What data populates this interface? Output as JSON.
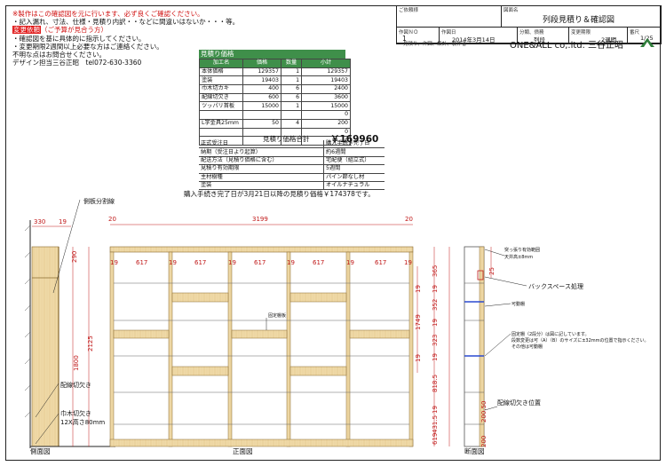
{
  "notes": {
    "line1": "※製作はこの確認図を元に行います、必ず良くご確認ください。",
    "line2": "・記入漏れ、寸法、仕様・見積り内訳・・などに間違いはないか・・・等。",
    "line3_tag": "変更依頼",
    "line3": "（ご予算が見合う方）",
    "line4": "・確認図を基に具体的に指示してください。",
    "line5": "・変更期限2週間以上必要な方はご連絡ください。",
    "line6": "不明な点はお問合せください。",
    "line7": "デザイン担当三谷正昭　tel072-630-3360"
  },
  "title_block": {
    "client_caption": "ご依頼様",
    "drawing_name_caption": "図面名",
    "drawing_name": "列段見積り＆確認図",
    "no_caption": "作図ＮＯ",
    "no": "1",
    "date_caption": "作図日",
    "date": "2014年3月14日",
    "category_caption": "分類、債務",
    "category": "列段",
    "deadline_caption": "変更期限",
    "deadline": "2週間",
    "sheet_caption": "番尺",
    "sheet": "1/25",
    "owner_caption": "見積り、作図、設計、製作者",
    "company": "ONE&ALL co,.ltd. 三谷正昭"
  },
  "estimate": {
    "title": "見積り価格",
    "headers": [
      "加工名",
      "価格",
      "数量",
      "小計"
    ],
    "rows": [
      {
        "name": "本体価格",
        "price": "129357",
        "qty": "1",
        "subtotal": "129357"
      },
      {
        "name": "塗装",
        "price": "19403",
        "qty": "1",
        "subtotal": "19403"
      },
      {
        "name": "巾木切カキ",
        "price": "400",
        "qty": "6",
        "subtotal": "2400"
      },
      {
        "name": "配線切欠き",
        "price": "600",
        "qty": "6",
        "subtotal": "3600"
      },
      {
        "name": "ツッパリ首板",
        "price": "15000",
        "qty": "1",
        "subtotal": "15000"
      },
      {
        "name": "",
        "price": "",
        "qty": "",
        "subtotal": "0"
      },
      {
        "name": "L字金具25mm",
        "price": "50",
        "qty": "4",
        "subtotal": "200"
      },
      {
        "name": "",
        "price": "",
        "qty": "",
        "subtotal": "0"
      },
      {
        "name": "",
        "price": "",
        "qty": "",
        "subtotal": "0"
      }
    ],
    "total_label": "見積り価格合計",
    "total": "￥169960",
    "info": [
      {
        "label": "正式受注日",
        "value": "購入手続き完了日"
      },
      {
        "label": "納期（受注日より起算）",
        "value": "約6週間"
      },
      {
        "label": "配送方法（見積り価格に含む）",
        "value": "宅配便（組立式）"
      },
      {
        "label": "見積り有効期限",
        "value": "5週間"
      },
      {
        "label": "主材樹種",
        "value": "パイン節なし材"
      },
      {
        "label": "塗装",
        "value": "オイルナチュラル"
      }
    ],
    "notice": "購入手続き完了日が3月21日以降の見積り価格￥174378です。"
  },
  "drawing": {
    "side_label": "側面図",
    "front_label": "正面図",
    "section_label": "断面図",
    "side_panel_label": "側板分割線",
    "wiring_label": "配線切欠き",
    "baseboard_label": "巾木切欠き",
    "baseboard_size": "12X高さ80mm",
    "back_space_label": "バックスペース処理",
    "wiring_pos_label": "配線切欠き位置",
    "adjustable_label": "可動棚",
    "fixed_label": "固定棚",
    "front_shelf_label": "固定棚板",
    "top_cutout_label": "突っ張り有効範囲",
    "top_cutout_sub": "天井高±8mm",
    "note_a": "固定棚（2段分）は図に記しています。",
    "note_b": "段数変更は可（A）（B）のサイズに±32mmの位置で指示ください。",
    "note_c": "その他は可動棚",
    "dims": {
      "side_depth": "330",
      "side_t": "19",
      "top_t": "20",
      "total_width": "3199",
      "col_width": "617",
      "post": "19",
      "total_height": "2125",
      "h_top": "290",
      "h_mid": "1800",
      "sec_a": "365",
      "sec_b": "352",
      "sec_c": "323",
      "sec_d": "818.5",
      "sec_e": "431.5",
      "sec_f": "619",
      "sec_g": "1749",
      "sec_h": "200.50",
      "sec_i": "200",
      "sec_j": "25"
    }
  }
}
